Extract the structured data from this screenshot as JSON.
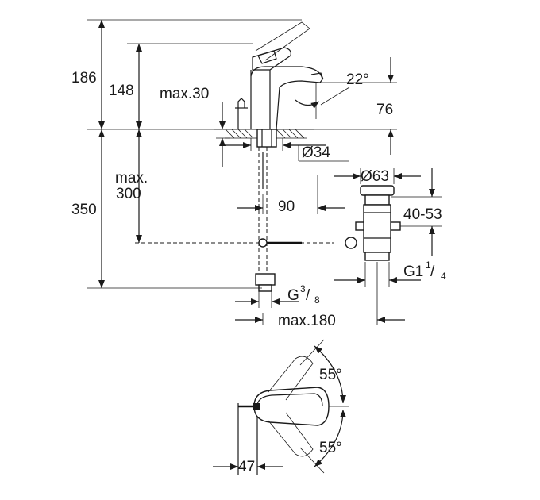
{
  "dimensions": {
    "total_height": "186",
    "spout_height": "148",
    "max_deck": "max.30",
    "spout_angle": "22°",
    "outlet_height": "76",
    "hole_diameter": "Ø34",
    "plug_diameter": "Ø63",
    "max_hose": "max.",
    "max_hose_value": "300",
    "hose_length": "350",
    "offset": "90",
    "waste_range": "40-53",
    "waste_thread_main": "G1",
    "waste_thread_num": "1",
    "waste_thread_den": "4",
    "inlet_thread_main": "G",
    "inlet_thread_num": "3",
    "inlet_thread_den": "8",
    "max_pull_rod": "max.180",
    "swivel_angle_top": "55°",
    "swivel_angle_bottom": "55°",
    "lever_projection": "47"
  }
}
